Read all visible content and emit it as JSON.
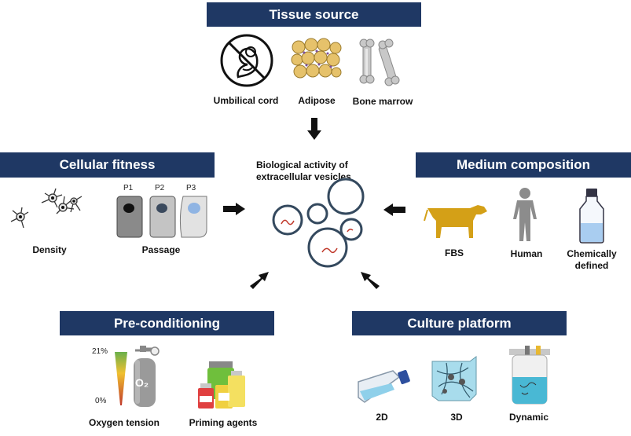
{
  "tissue_source": {
    "header": "Tissue source",
    "items": [
      "Umbilical cord",
      "Adipose",
      "Bone marrow"
    ]
  },
  "cellular_fitness": {
    "header": "Cellular fitness",
    "items": [
      "Density",
      "Passage"
    ],
    "passages": [
      "P1",
      "P2",
      "P3"
    ]
  },
  "medium_composition": {
    "header": "Medium composition",
    "items": [
      "FBS",
      "Human",
      "Chemically defined"
    ]
  },
  "pre_conditioning": {
    "header": "Pre-conditioning",
    "items": [
      "Oxygen tension",
      "Priming agents"
    ],
    "oxygen_high": "21%",
    "oxygen_low": "0%",
    "o2_symbol": "O₂"
  },
  "culture_platform": {
    "header": "Culture platform",
    "items": [
      "2D",
      "3D",
      "Dynamic"
    ]
  },
  "center": {
    "title": "Biological activity of extracellular vesicles"
  },
  "colors": {
    "header_bg": "#1f3864",
    "arrow": "#111111",
    "cow": "#d4a017",
    "human": "#8c8c8c",
    "vesicle_stroke": "#34495e",
    "rna": "#c0392b"
  }
}
